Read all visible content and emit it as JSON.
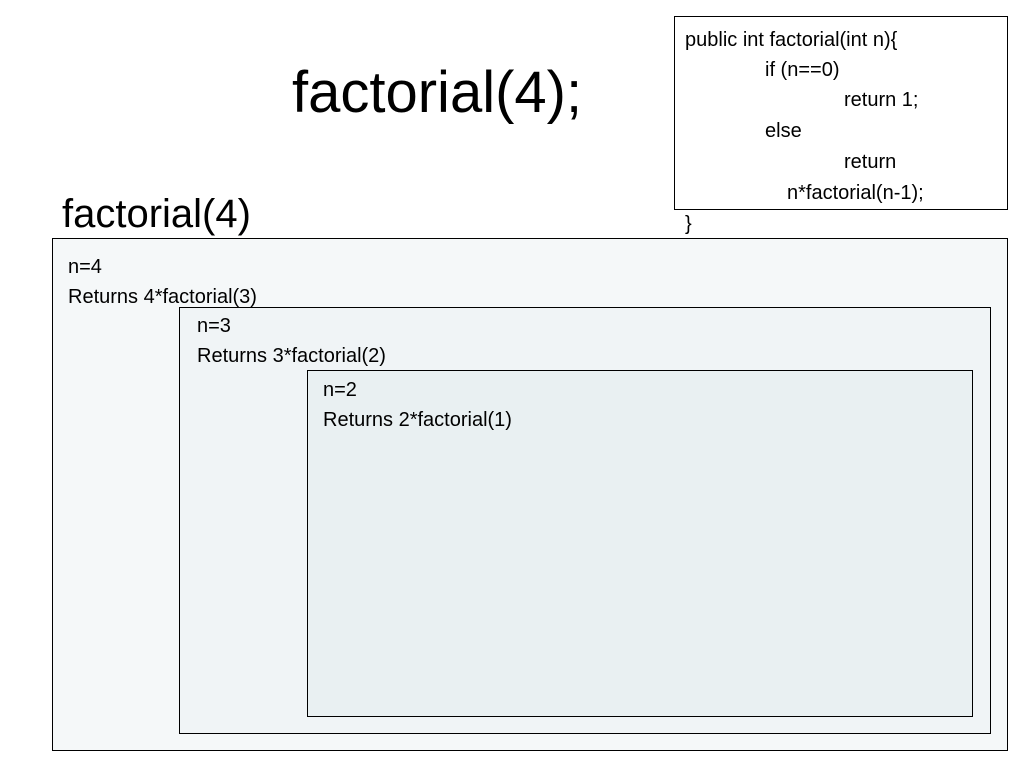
{
  "title": "factorial(4);",
  "stack_label": "factorial(4)",
  "code": {
    "lines": [
      "public int factorial(int n){",
      "if (n==0)",
      "return  1;",
      "else",
      "return",
      "n*factorial(n-1);",
      "}"
    ]
  },
  "frames": [
    {
      "n_label": "n=4",
      "returns_label": "Returns 4*factorial(3)"
    },
    {
      "n_label": "n=3",
      "returns_label": "Returns 3*factorial(2)"
    },
    {
      "n_label": "n=2",
      "returns_label": "Returns 2*factorial(1)"
    }
  ]
}
